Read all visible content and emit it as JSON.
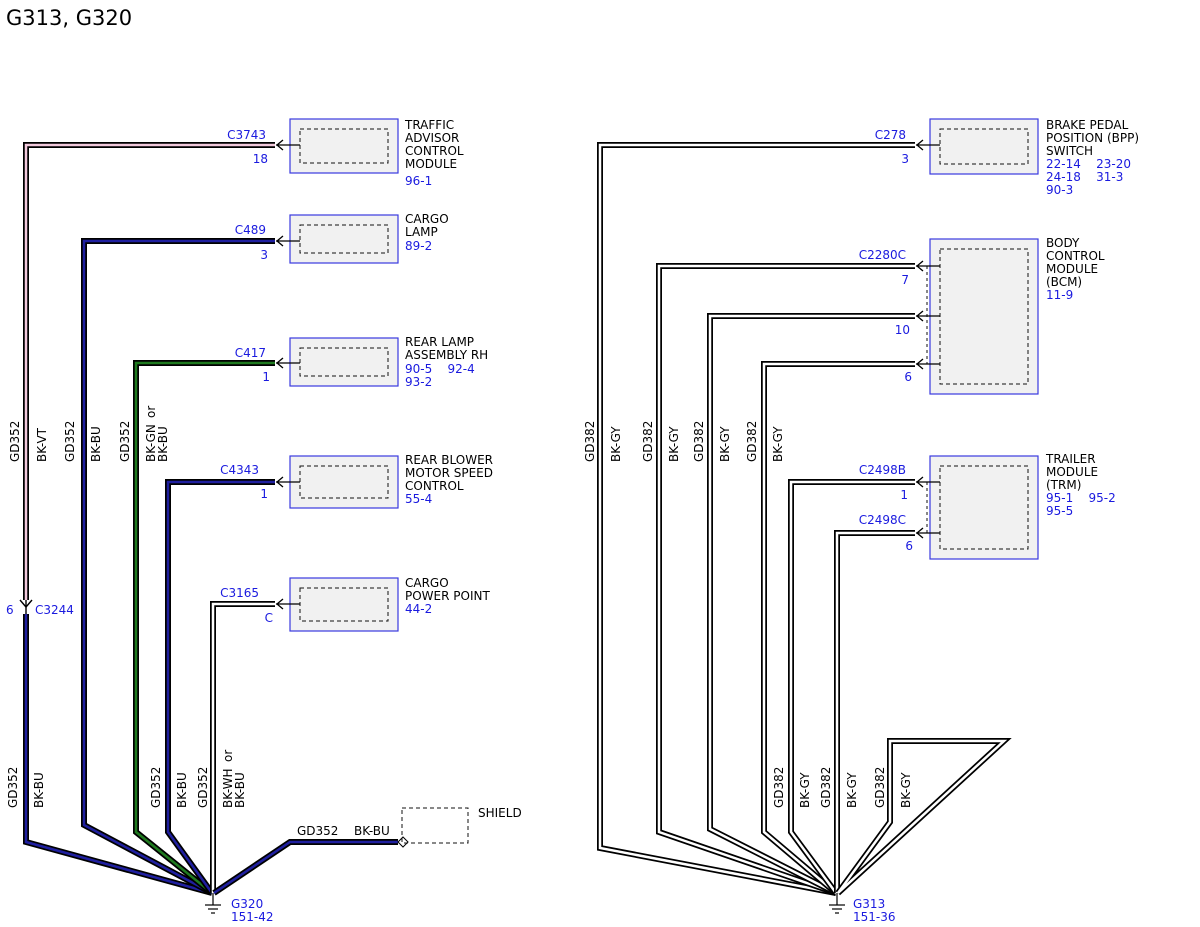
{
  "title": "G313, G320",
  "colors": {
    "BK-VT": "#f2c9dc",
    "BK-BU": "#1f1f9f",
    "BK-GN": "#1f7a1f",
    "BK-WH": "#ffffff",
    "BK-GY": "#ffffff",
    "label_blue": "#1a1adf",
    "box_border": "#3a3ae0"
  },
  "left": {
    "ground": {
      "name": "G320",
      "ref": "151-42"
    },
    "inline_connector": {
      "name": "C3244",
      "pin": "6"
    },
    "wires": [
      {
        "circuit": "GD352",
        "color": "BK-VT"
      },
      {
        "circuit": "GD352",
        "color": "BK-BU"
      },
      {
        "circuit": "GD352",
        "color": "BK-BU"
      },
      {
        "circuit": "GD352",
        "color_a": "BK-GN",
        "or": "or",
        "color_b": "BK-BU"
      },
      {
        "circuit": "GD352",
        "color": "BK-BU"
      },
      {
        "circuit": "GD352",
        "color_a": "BK-WH",
        "or": "or",
        "color_b": "BK-BU"
      }
    ],
    "components": [
      {
        "connector": "C3743",
        "pin": "18",
        "name": [
          "TRAFFIC",
          "ADVISOR",
          "CONTROL",
          "MODULE"
        ],
        "refs": [
          "96-1"
        ]
      },
      {
        "connector": "C489",
        "pin": "3",
        "name": [
          "CARGO",
          "LAMP"
        ],
        "refs": [
          "89-2"
        ]
      },
      {
        "connector": "C417",
        "pin": "1",
        "name": [
          "REAR LAMP",
          "ASSEMBLY RH"
        ],
        "refs": [
          "90-5    92-4",
          "93-2"
        ]
      },
      {
        "connector": "C4343",
        "pin": "1",
        "name": [
          "REAR BLOWER",
          "MOTOR SPEED",
          "CONTROL"
        ],
        "refs": [
          "55-4"
        ]
      },
      {
        "connector": "C3165",
        "pin": "C",
        "name": [
          "CARGO",
          "POWER POINT"
        ],
        "refs": [
          "44-2"
        ]
      }
    ],
    "shield_wire": {
      "circuit": "GD352",
      "color": "BK-BU",
      "label": "SHIELD"
    }
  },
  "right": {
    "ground": {
      "name": "G313",
      "ref": "151-36"
    },
    "wires": [
      {
        "circuit": "GD382",
        "color": "BK-GY"
      },
      {
        "circuit": "GD382",
        "color": "BK-GY"
      },
      {
        "circuit": "GD382",
        "color": "BK-GY"
      },
      {
        "circuit": "GD382",
        "color": "BK-GY"
      },
      {
        "circuit": "GD382",
        "color": "BK-GY"
      },
      {
        "circuit": "GD382",
        "color": "BK-GY"
      },
      {
        "circuit": "GD382",
        "color": "BK-GY"
      }
    ],
    "components": [
      {
        "connector": "C278",
        "pins": [
          "3"
        ],
        "name": [
          "BRAKE PEDAL",
          "POSITION (BPP)",
          "SWITCH"
        ],
        "refs": [
          "22-14    23-20",
          "24-18    31-3",
          "90-3"
        ]
      },
      {
        "connector": "C2280C",
        "pins": [
          "7",
          "10",
          "6"
        ],
        "name": [
          "BODY",
          "CONTROL",
          "MODULE",
          "(BCM)"
        ],
        "refs": [
          "11-9"
        ]
      },
      {
        "connector_a": "C2498B",
        "pin_a": "1",
        "connector_b": "C2498C",
        "pin_b": "6",
        "name": [
          "TRAILER",
          "MODULE",
          "(TRM)"
        ],
        "refs": [
          "95-1    95-2",
          "95-5"
        ]
      }
    ]
  }
}
